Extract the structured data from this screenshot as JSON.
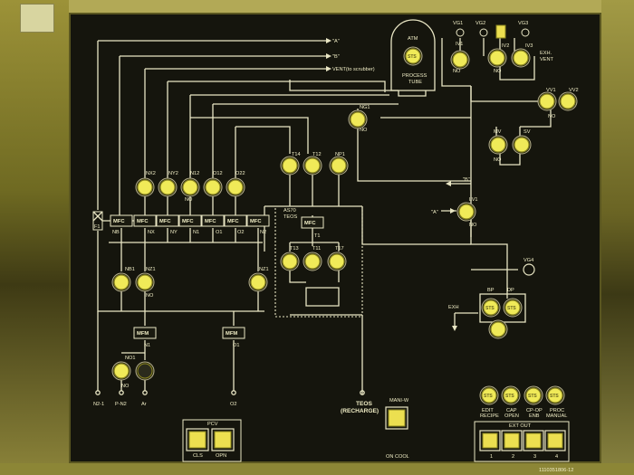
{
  "top_marks": [
    "VG1",
    "VG2",
    "VG3"
  ],
  "dest_lines": {
    "a": "\"A\"",
    "b": "\"B\"",
    "vent": "VENT(to scrubber)"
  },
  "tube": {
    "atm": "ATM",
    "sts": "STS",
    "label_line1": "PROCESS",
    "label_line2": "TUBE"
  },
  "top_valves": [
    {
      "id": "IV1",
      "state": "NO"
    },
    {
      "id": "IV2",
      "state": "NO"
    },
    {
      "id": "IV3",
      "state": ""
    }
  ],
  "exh_vent": {
    "line1": "EXH.",
    "line2": "VENT"
  },
  "vv": [
    {
      "id": "VV1",
      "state": "NO"
    },
    {
      "id": "VV2",
      "state": ""
    }
  ],
  "ng1": {
    "id": "NG1",
    "state": "NO"
  },
  "mid_valves": [
    {
      "id": "MV",
      "state": "NO"
    },
    {
      "id": "SV",
      "state": ""
    }
  ],
  "tube_feeds": [
    {
      "id": "T14"
    },
    {
      "id": "T12"
    },
    {
      "id": "NP1"
    }
  ],
  "valve_row": [
    {
      "id": "NX2"
    },
    {
      "id": "NY2"
    },
    {
      "id": "N12"
    },
    {
      "id": "O12"
    },
    {
      "id": "O22"
    }
  ],
  "no_label": "NO",
  "f1_label": "F1",
  "mfc_row": [
    {
      "box": "MFC",
      "under": "NB"
    },
    {
      "box": "MFC",
      "under": "NX"
    },
    {
      "box": "MFC",
      "under": "NY"
    },
    {
      "box": "MFC",
      "under": "N1"
    },
    {
      "box": "MFC",
      "under": "O1"
    },
    {
      "box": "MFC",
      "under": "O2"
    },
    {
      "box": "MFC",
      "under": "N2"
    }
  ],
  "teos": {
    "title_line1": "AS70",
    "title_line2": "TEOS",
    "mfc": "MFC",
    "t1": "T1",
    "valves": [
      "T13",
      "T11",
      "T17"
    ]
  },
  "b_arrow": "\"B\"",
  "a_arrow": "\"A\"",
  "lv1": {
    "id": "LV1",
    "state": "NO"
  },
  "vg4": "VG4",
  "bp_dp": {
    "bp": "BP",
    "dp": "DP",
    "sts": "STS",
    "exh": "EXH"
  },
  "lower_valves": [
    {
      "id": "NB1"
    },
    {
      "id": "NZ1",
      "state": "NO"
    },
    {
      "id": "NZ1"
    }
  ],
  "mfm": [
    {
      "box": "MFM",
      "under": "N1"
    },
    {
      "box": "MFM",
      "under": "O1"
    }
  ],
  "no1": {
    "id": "NO1",
    "state": "NO"
  },
  "sources": [
    "N2-1",
    "P-N2",
    "Ar",
    "O2"
  ],
  "teos_recharge": {
    "line1": "TEOS",
    "line2": "(RECHARGE)"
  },
  "pcv": {
    "title": "PCV",
    "buttons": [
      "CLS",
      "OPN"
    ]
  },
  "maniw": {
    "title": "MANI-W",
    "button": "ON COOL"
  },
  "status_buttons": [
    {
      "line1": "EDIT",
      "line2": "RECIPE"
    },
    {
      "line1": "CAP",
      "line2": "OPEN"
    },
    {
      "line1": "CP-OP",
      "line2": "ENB"
    },
    {
      "line1": "PROC",
      "line2": "MANUAL"
    }
  ],
  "ext_out": {
    "title": "EXT OUT",
    "buttons": [
      "1",
      "2",
      "3",
      "4"
    ]
  },
  "serial": "1110351806-12",
  "colors": {
    "panel": "#15150d",
    "line": "#e9e6c4",
    "button": "#f0ea58",
    "ambient": "#7a7320"
  }
}
